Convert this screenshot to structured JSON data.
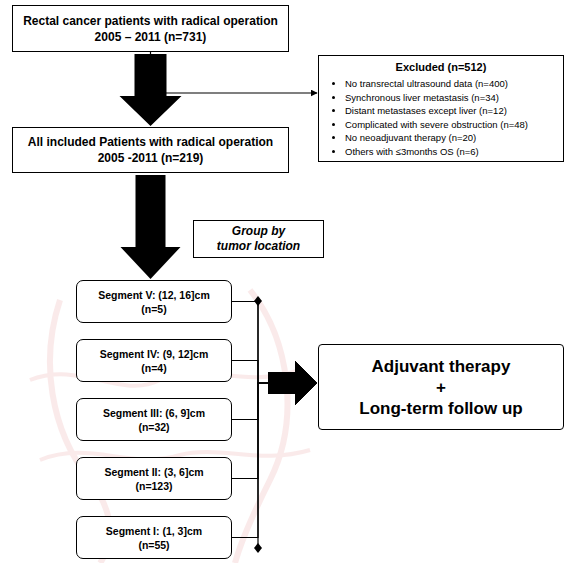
{
  "diagram": {
    "nodes": [
      {
        "text": [
          "Rectal cancer patients with radical operation",
          "2005 – 2011 (n=731)"
        ]
      },
      {
        "text": [
          "Excluded (n=512)",
          "No transrectal ultrasound data (n=400)",
          "Synchronous liver metastasis (n=34)",
          "Distant metastases except liver (n=12)",
          "Complicated with severe obstruction (n=48)",
          "No neoadjuvant therapy (n=20)",
          "Others with ≤3months OS (n=6)"
        ]
      },
      {
        "text": [
          "All included Patients with radical operation",
          "2005 -2011 (n=219)"
        ]
      },
      {
        "text": [
          "Group by",
          "tumor location"
        ]
      },
      {
        "text": [
          "Segment V: (12, 16]cm",
          "(n=5)"
        ]
      },
      {
        "text": [
          "Segment IV: (9, 12]cm",
          "(n=4)"
        ]
      },
      {
        "text": [
          "Segment III: (6, 9]cm",
          "(n=32)"
        ]
      },
      {
        "text": [
          "Segment II: (3, 6]cm",
          "(n=123)"
        ]
      },
      {
        "text": [
          "Segment I: (1, 3]cm",
          "(n=55)"
        ]
      },
      {
        "text": [
          "Adjuvant therapy",
          "+",
          "Long-term follow up"
        ]
      }
    ],
    "edges": [
      {
        "from": 0,
        "to": 2,
        "arrow": "to"
      },
      {
        "from": 0,
        "to": 1,
        "arrow": "to"
      },
      {
        "from": 2,
        "to": 4,
        "arrow": "to"
      },
      {
        "from": 4,
        "to": 9,
        "arrow": "to"
      },
      {
        "from": 5,
        "to": 9,
        "arrow": "to"
      },
      {
        "from": 6,
        "to": 9,
        "arrow": "to"
      },
      {
        "from": 7,
        "to": 9,
        "arrow": "to"
      },
      {
        "from": 8,
        "to": 9,
        "arrow": "to"
      }
    ]
  }
}
